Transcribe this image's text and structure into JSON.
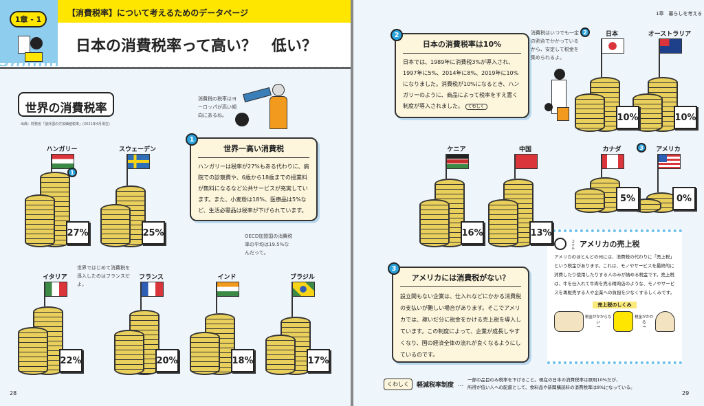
{
  "left_page": {
    "chapter_badge": "1章 - 1",
    "top_label": "【消費税率】について考えるためのデータページ",
    "title": "日本の消費税率って高い？　低い？",
    "section_sign": "世界の消費税率",
    "source": "出典：財務省「諸外国の付加価値税率」(2021年4月現在)",
    "bubble_europe": "消費税の税率はヨーロッパが高い傾向にあるね。",
    "bubble_oecd": "OECD加盟国の消費税率の平均は19.5%なんだって。",
    "bubble_france": "世界ではじめて消費税を導入したのはフランスだよ。",
    "card1": {
      "number": "1",
      "title": "世界一高い消費税",
      "body": "ハンガリーは税率が27%もある代わりに、病院での診察費や、6歳から18歳までの授業料が無料になるなど公共サービスが充実しています。また、小麦粉は18%、医療品は5%など、生活必需品は税率が下げられています。"
    },
    "countries": [
      {
        "name": "ハンガリー",
        "rate": "27%",
        "flag": "hungary"
      },
      {
        "name": "スウェーデン",
        "rate": "25%",
        "flag": "sweden"
      },
      {
        "name": "イタリア",
        "rate": "22%",
        "flag": "italy"
      },
      {
        "name": "フランス",
        "rate": "20%",
        "flag": "france"
      },
      {
        "name": "インド",
        "rate": "18%",
        "flag": "india"
      },
      {
        "name": "ブラジル",
        "rate": "17%",
        "flag": "brazil"
      }
    ],
    "page_number": "28"
  },
  "right_page": {
    "chapter_header": "1章　暮らしを考える",
    "bubble_japan": "消費税はいつでも一定の割合でかかっているから、安定して税金を集められるよ。",
    "card2": {
      "number": "2",
      "title": "日本の消費税率は10%",
      "body": "日本では、1989年に消費税3%が導入され、1997年に5%、2014年に8%、2019年に10%になりました。消費税が10%になるとき、ハンガリーのように、商品によって税率をすえ置く制度が導入されました。",
      "link": "くわしく"
    },
    "card3": {
      "number": "3",
      "title": "アメリカには消費税がない？",
      "body": "設立間もない企業は、仕入れなどにかかる消費税の支払いが難しい場合があります。そこでアメリカでは、稼いだ分に税金をかける売上税を導入しています。この制度によって、企業が成長しやすくなり、国の経済全体の流れが良くなるようにしているのです。"
    },
    "countries": [
      {
        "name": "日本",
        "rate": "10%",
        "flag": "japan",
        "number": "2"
      },
      {
        "name": "オーストラリア",
        "rate": "10%",
        "flag": "australia"
      },
      {
        "name": "ケニア",
        "rate": "16%",
        "flag": "kenya"
      },
      {
        "name": "中国",
        "rate": "13%",
        "flag": "china"
      },
      {
        "name": "カナダ",
        "rate": "5%",
        "flag": "canada"
      },
      {
        "name": "アメリカ",
        "rate": "0%",
        "flag": "usa",
        "number": "3"
      }
    ],
    "column": {
      "tag": "コラム",
      "title": "アメリカの売上税",
      "body": "アメリカのほとんどの州には、消費税の代わりに「売上税」という税金があります。これは、モノやサービスを最終的に消費したり使用したりする人のみが納める税金です。売上税は、牛を仕入れて牛肉を売る精肉店のような、モノやサービスを再販売する人や企業への負担を少なくするしくみです。",
      "diagram_title": "売上税のしくみ",
      "arrow1": "税金がかからない",
      "arrow2": "税金がかかる"
    },
    "footnote": {
      "link": "くわしく",
      "term": "軽減税率制度",
      "line1": "一部の品目のみ税率を下げること。現在の日本の消費税率は原則10%だが、",
      "line2": "所得が低い人への配慮として、食料品や新聞購読料の消費税率は8%になっている。"
    },
    "page_number": "29"
  }
}
